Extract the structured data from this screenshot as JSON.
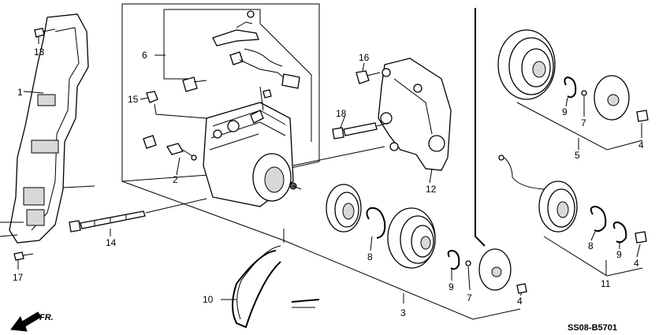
{
  "diagram": {
    "code": "SS08-B5701",
    "direction_label": "FR.",
    "callouts": [
      {
        "id": "c1",
        "text": "1"
      },
      {
        "id": "c2",
        "text": "2"
      },
      {
        "id": "c3",
        "text": "3"
      },
      {
        "id": "c4a",
        "text": "4"
      },
      {
        "id": "c4b",
        "text": "4"
      },
      {
        "id": "c4c",
        "text": "4"
      },
      {
        "id": "c5",
        "text": "5"
      },
      {
        "id": "c6",
        "text": "6"
      },
      {
        "id": "c7a",
        "text": "7"
      },
      {
        "id": "c7b",
        "text": "7"
      },
      {
        "id": "c8a",
        "text": "8"
      },
      {
        "id": "c8b",
        "text": "8"
      },
      {
        "id": "c9a",
        "text": "9"
      },
      {
        "id": "c9b",
        "text": "9"
      },
      {
        "id": "c9c",
        "text": "9"
      },
      {
        "id": "c10",
        "text": "10"
      },
      {
        "id": "c11",
        "text": "11"
      },
      {
        "id": "c12",
        "text": "12"
      },
      {
        "id": "c13",
        "text": "13"
      },
      {
        "id": "c14",
        "text": "14"
      },
      {
        "id": "c15",
        "text": "15"
      },
      {
        "id": "c16",
        "text": "16"
      },
      {
        "id": "c17",
        "text": "17"
      },
      {
        "id": "c18",
        "text": "18"
      }
    ]
  }
}
